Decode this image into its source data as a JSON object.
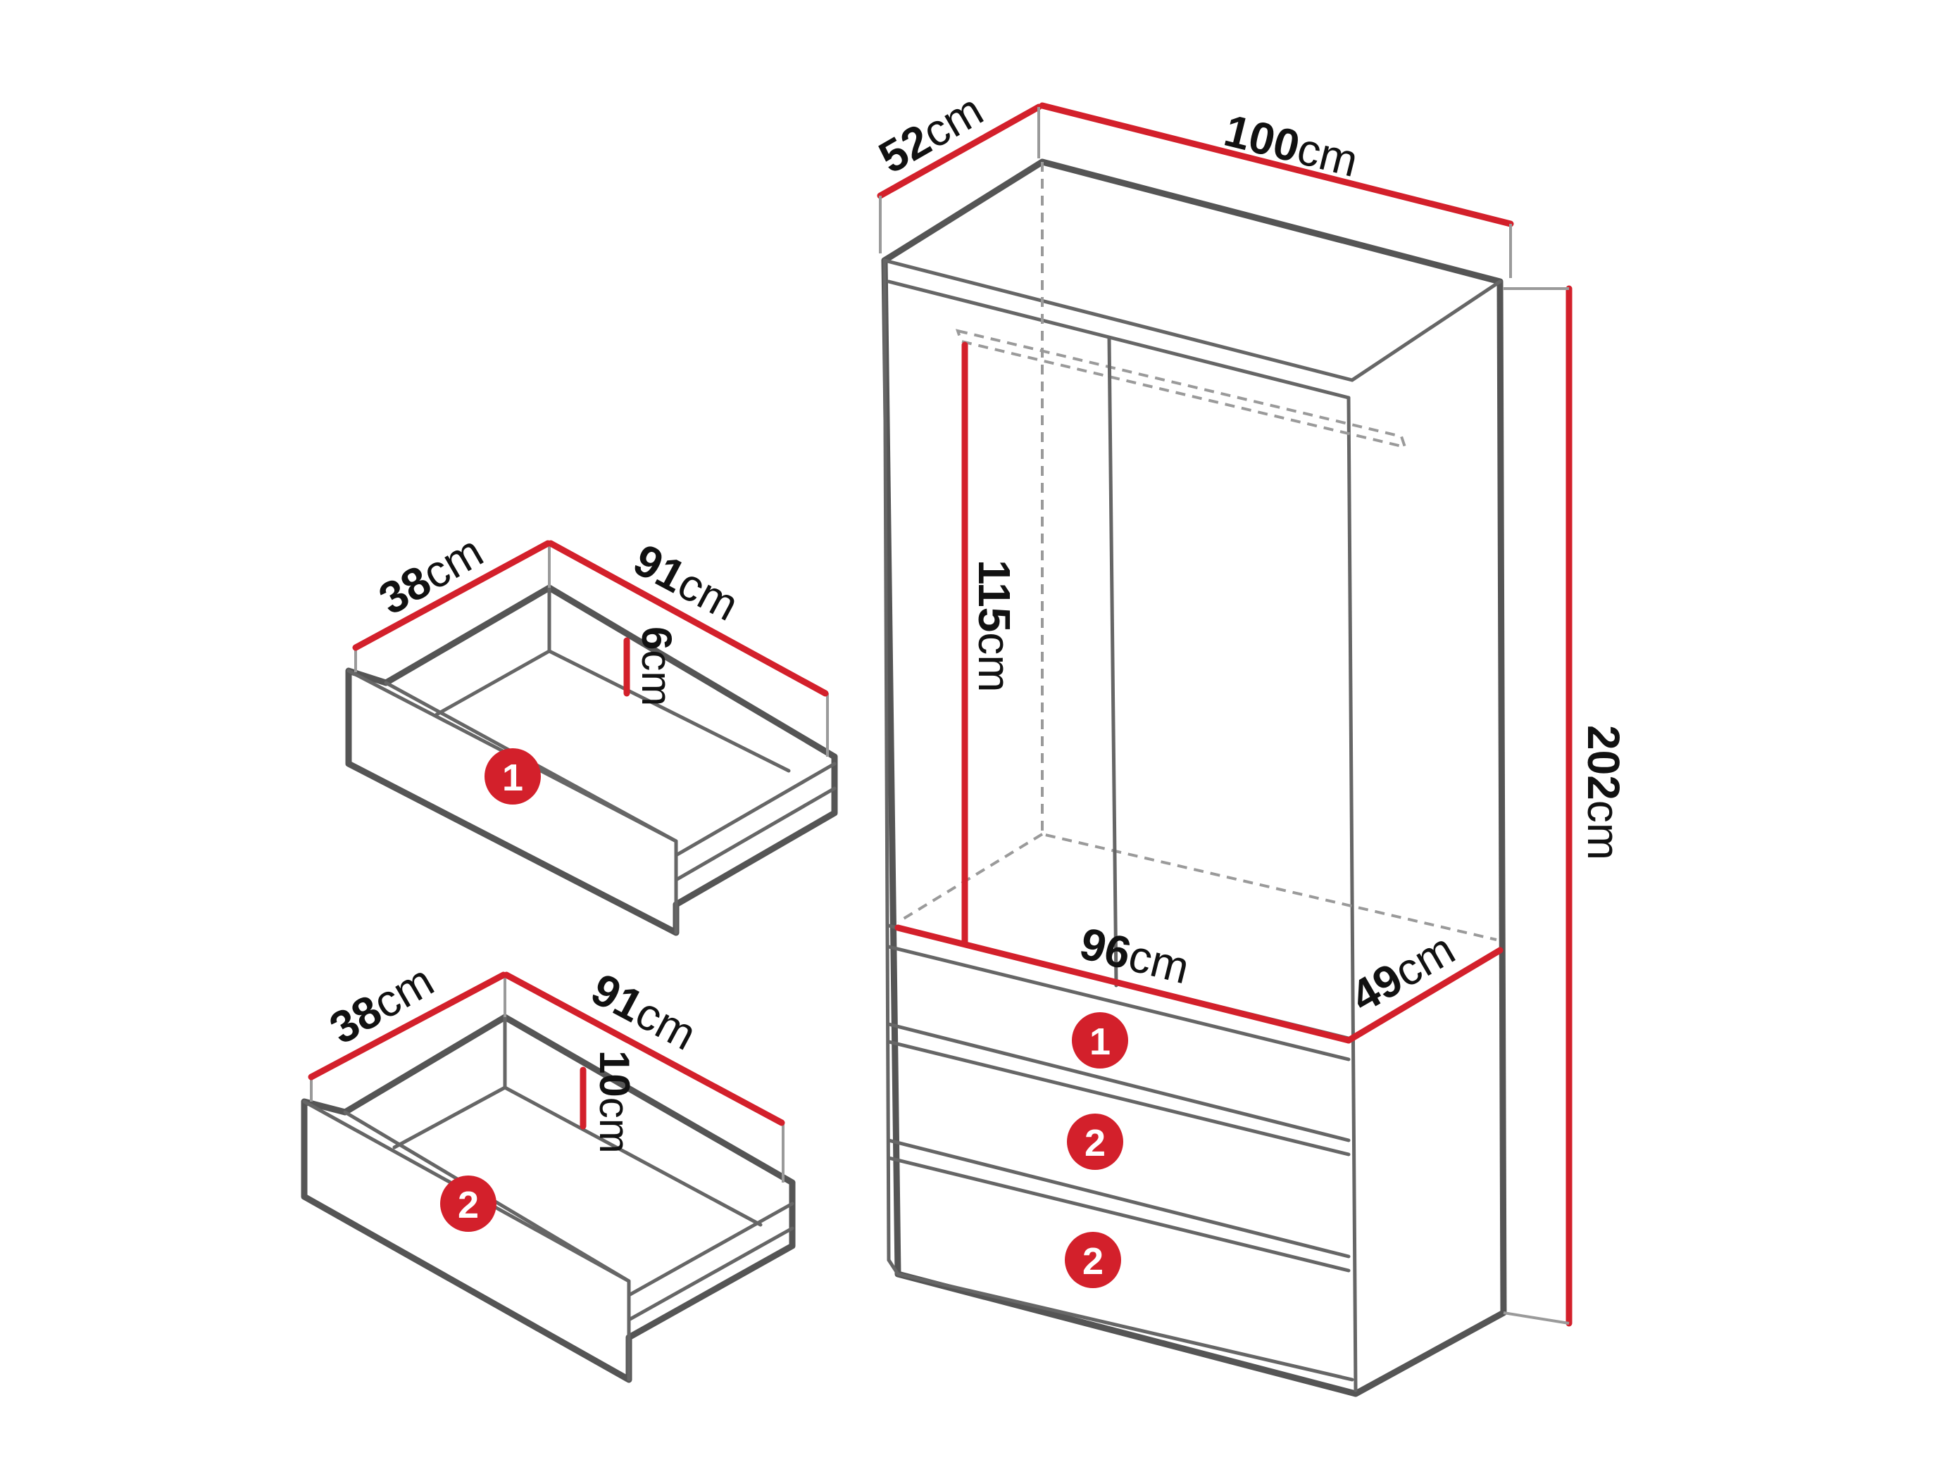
{
  "colors": {
    "outline": "#555555",
    "guide": "#9a9a9a",
    "accent": "#d3202b",
    "text": "#111111",
    "badge_text": "#ffffff"
  },
  "wardrobe": {
    "depth": {
      "value": "52",
      "unit": "cm"
    },
    "width": {
      "value": "100",
      "unit": "cm"
    },
    "height": {
      "value": "202",
      "unit": "cm"
    },
    "hanging_height": {
      "value": "115",
      "unit": "cm"
    },
    "inner_width": {
      "value": "96",
      "unit": "cm"
    },
    "inner_depth": {
      "value": "49",
      "unit": "cm"
    },
    "drawer_badges": [
      "1",
      "2",
      "2"
    ]
  },
  "drawer_1": {
    "depth": {
      "value": "38",
      "unit": "cm"
    },
    "length": {
      "value": "91",
      "unit": "cm"
    },
    "height": {
      "value": "6",
      "unit": "cm"
    },
    "badge": "1"
  },
  "drawer_2": {
    "depth": {
      "value": "38",
      "unit": "cm"
    },
    "length": {
      "value": "91",
      "unit": "cm"
    },
    "height": {
      "value": "10",
      "unit": "cm"
    },
    "badge": "2"
  }
}
